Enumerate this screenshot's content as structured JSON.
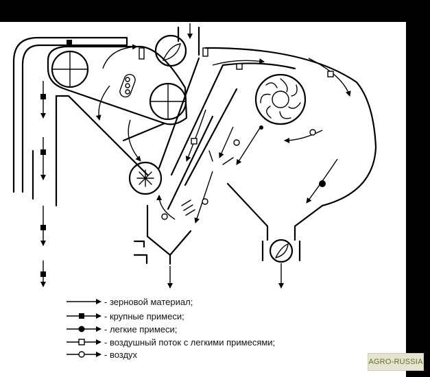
{
  "legend": [
    {
      "marker": "arrow",
      "text": "- зерновой материал;"
    },
    {
      "marker": "square",
      "text": "- крупные примеси;"
    },
    {
      "marker": "dot",
      "text": "- легкие примеси;"
    },
    {
      "marker": "open-square",
      "text": "- воздушный поток с легкими примесями;"
    },
    {
      "marker": "open-circle",
      "text": "- воздух"
    }
  ],
  "watermark": "AGRO-RUSSIA",
  "colors": {
    "background": "#000000",
    "paper": "#ffffff",
    "ink": "#000000",
    "watermark_bg": "#e6e4cf",
    "watermark_text": "#5e6b2e"
  }
}
